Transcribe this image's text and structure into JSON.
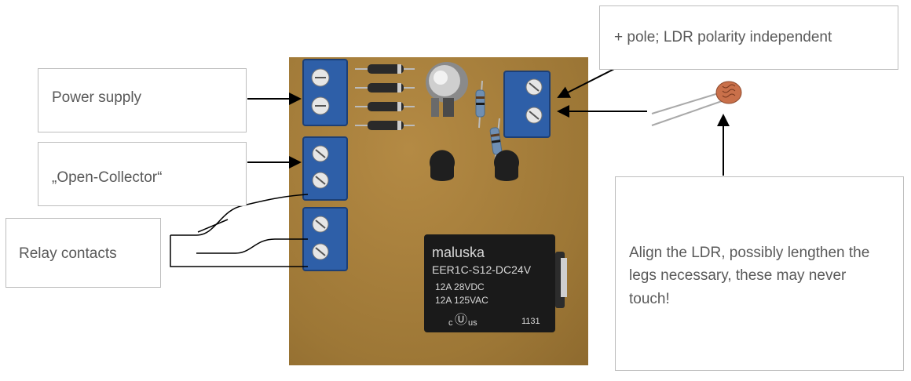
{
  "labels": {
    "power_supply": "Power supply",
    "open_collector": "„Open-Collector“",
    "relay_contacts": "Relay contacts",
    "pole_note": "+ pole; LDR polarity independent",
    "ldr_note": "Align the LDR, possibly lengthen the legs necessary, these may never touch!"
  },
  "relay": {
    "brand": "maluska",
    "model": "EER1C-S12-DC24V",
    "rating_dc": "12A   28VDC",
    "rating_ac": "12A  125VAC",
    "mark": "c",
    "mark_us": "us",
    "code": "1131"
  },
  "colors": {
    "board": "#a57d3c",
    "terminal_blue": "#2e5fa8",
    "relay_body": "#1a1a1a"
  }
}
